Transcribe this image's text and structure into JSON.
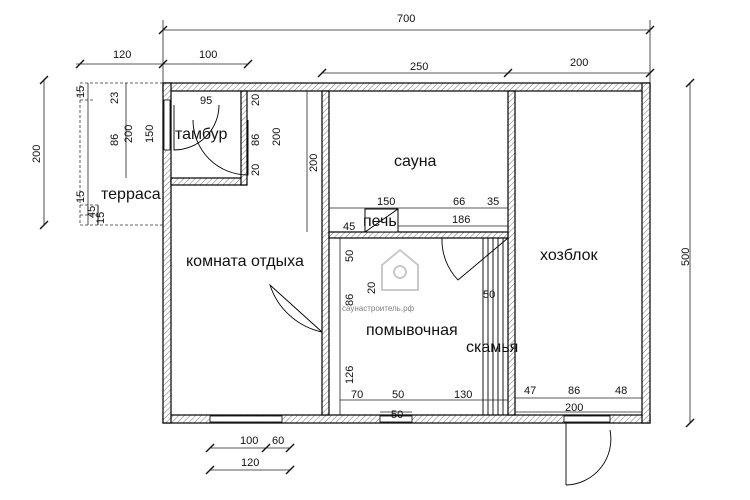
{
  "rooms": {
    "tambur": "тамбур",
    "terrace": "терраса",
    "sauna": "сауна",
    "stove": "печь",
    "rest_room": "комната отдыха",
    "washroom": "помывочная",
    "bench": "скамья",
    "utility": "хозблок"
  },
  "dimensions": {
    "top_total": "700",
    "top_120": "120",
    "top_100": "100",
    "top_250": "250",
    "top_200": "200",
    "left_200": "200",
    "left_15a": "15",
    "left_23": "23",
    "left_86": "86",
    "left_150": "150",
    "left_15b": "15",
    "left_45a": "45",
    "left_15c": "15",
    "tambur_95": "95",
    "tambur_200v": "200",
    "tambur_20a": "20",
    "tambur_86": "86",
    "tambur_20b": "20",
    "tambur_200r": "200",
    "sauna_200v": "200",
    "stove_150": "150",
    "stove_66": "66",
    "stove_35": "35",
    "stove_186": "186",
    "stove_45": "45",
    "wash_50v": "50",
    "wash_86v": "86",
    "wash_20": "20",
    "wash_126": "126",
    "bench_50": "50",
    "wash_70": "70",
    "wash_50h": "50",
    "wash_130": "130",
    "wash_50b": "50",
    "util_47": "47",
    "util_86": "86",
    "util_48": "48",
    "util_200": "200",
    "right_500": "500",
    "bottom_100": "100",
    "bottom_60": "60",
    "bottom_120": "120"
  },
  "watermark": "саунастроитель.рф"
}
